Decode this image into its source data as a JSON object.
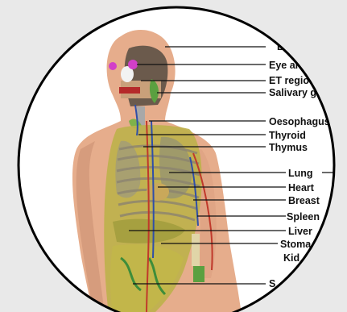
{
  "labels": [
    {
      "key": "brain",
      "text": "B"
    },
    {
      "key": "eye",
      "text": "Eye and l"
    },
    {
      "key": "et",
      "text": "ET regio"
    },
    {
      "key": "salivary",
      "text": "Salivary glan"
    },
    {
      "key": "oesophagus",
      "text": "Oesophagus"
    },
    {
      "key": "thyroid",
      "text": "Thyroid"
    },
    {
      "key": "thymus",
      "text": "Thymus"
    },
    {
      "key": "lung",
      "text": "Lung"
    },
    {
      "key": "heart",
      "text": "Heart"
    },
    {
      "key": "breast",
      "text": "Breast"
    },
    {
      "key": "spleen",
      "text": "Spleen"
    },
    {
      "key": "liver",
      "text": "Liver"
    },
    {
      "key": "stomach",
      "text": "Stoma"
    },
    {
      "key": "kidney",
      "text": "Kid"
    },
    {
      "key": "s_partial",
      "text": "S"
    }
  ],
  "colors": {
    "background": "#e9e9e9",
    "circle_fill": "#ffffff",
    "circle_stroke": "#000000",
    "skin": "#e6ad8c",
    "skin_shadow": "#c98e6e",
    "organ_yellow": "#c8c24a",
    "organ_green": "#6aa64a",
    "artery": "#c0392b",
    "vein": "#2f4fa8",
    "eye_magenta": "#d23fc8"
  }
}
